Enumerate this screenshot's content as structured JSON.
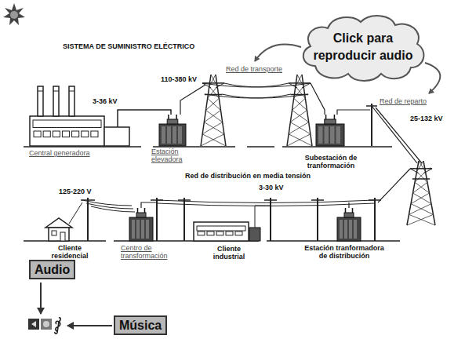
{
  "diagram": {
    "title": "SISTEMA DE SUMINISTRO ELÉCTRICO",
    "nodes": [
      {
        "text": [
          "Click para reproducir audio"
        ]
      },
      {
        "text": [
          "Audio"
        ]
      },
      {
        "text": [
          "Música"
        ]
      }
    ],
    "edges": [],
    "labels": [
      "110-380 kV",
      "Red de transporte",
      "3-36 kV",
      "Central generadora",
      "Estación elevadora",
      "Red de reparto",
      "25-132 kV",
      "Subestación de tranformación",
      "Red de distribución en media tensión",
      "3-30 kV",
      "125-220 V",
      "Cliente residencial",
      "Centro de transformación",
      "Cliente industrial",
      "Estación tranformadora de distribución"
    ]
  }
}
